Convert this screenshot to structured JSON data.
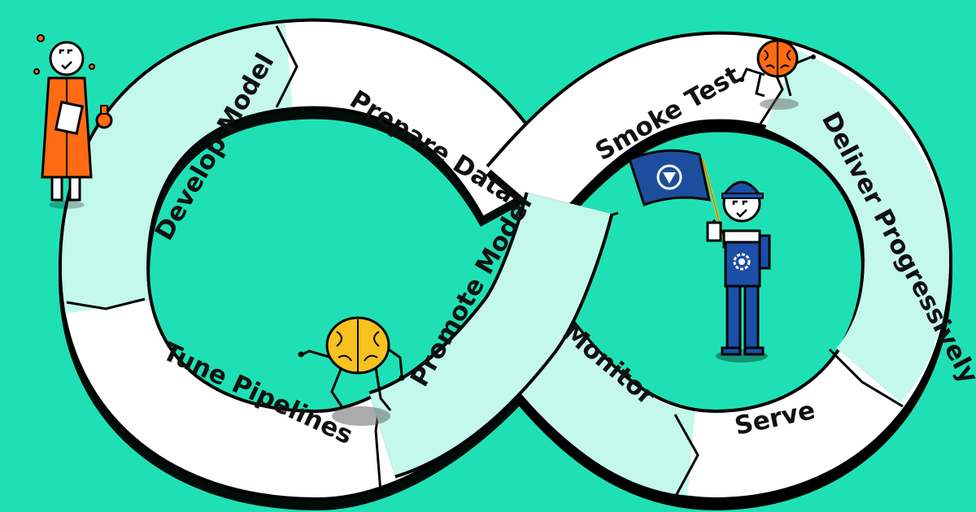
{
  "diagram": {
    "stages": [
      {
        "id": "develop-model",
        "label": "Develop Model"
      },
      {
        "id": "prepare-data",
        "label": "Prepare Data"
      },
      {
        "id": "promote-model",
        "label": "Promote Model"
      },
      {
        "id": "smoke-test",
        "label": "Smoke Test"
      },
      {
        "id": "deliver-progressively",
        "label": "Deliver Progressively"
      },
      {
        "id": "serve",
        "label": "Serve"
      },
      {
        "id": "monitor",
        "label": "Monitor"
      },
      {
        "id": "tune-pipelines",
        "label": "Tune Pipelines"
      }
    ]
  },
  "colors": {
    "background": "#1fe0b4",
    "track_white": "#ffffff",
    "track_mint": "#c4f8ea",
    "outline": "#000000",
    "accent_orange": "#ff6a13",
    "brain_yellow": "#f7c21e",
    "worker_blue": "#1b4fa8",
    "flag_blue": "#1d4e9e"
  },
  "illustrations": [
    {
      "name": "scientist-character",
      "icon": "scientist-icon"
    },
    {
      "name": "orange-brain-character",
      "icon": "brain-icon"
    },
    {
      "name": "yellow-brain-character",
      "icon": "brain-icon"
    },
    {
      "name": "worker-character",
      "icon": "worker-icon"
    },
    {
      "name": "flag",
      "icon": "logo-flag-icon"
    }
  ]
}
